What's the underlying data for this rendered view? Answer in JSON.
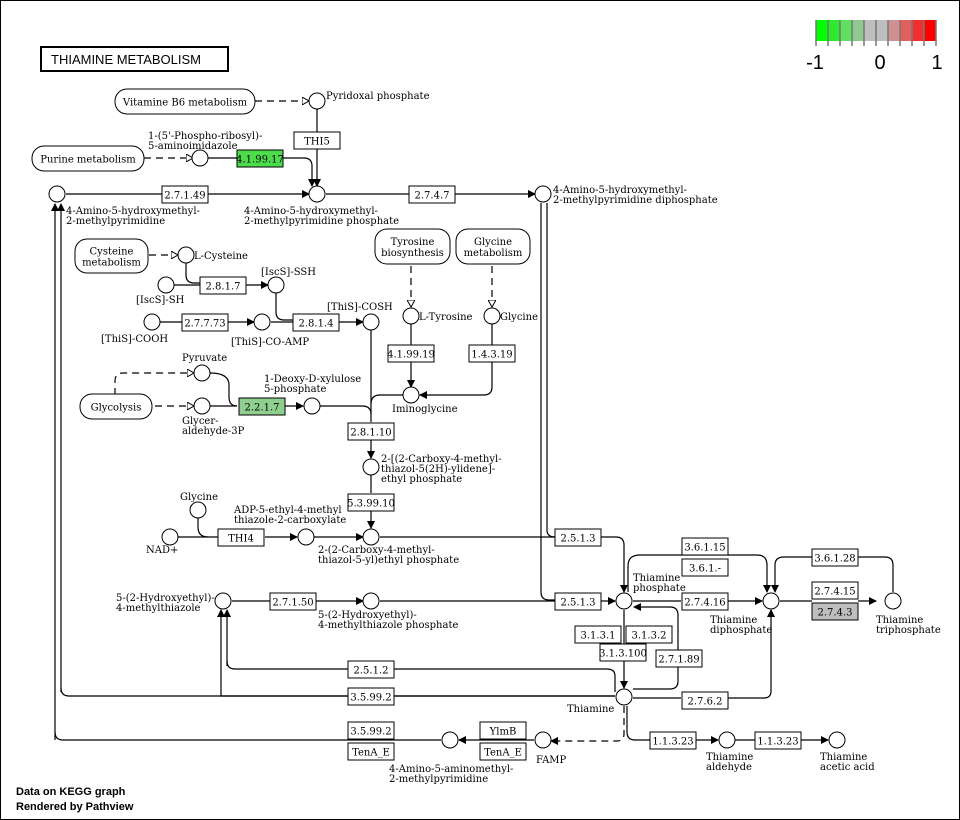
{
  "title": "THIAMINE METABOLISM",
  "legend": {
    "colors": [
      "#00ff00",
      "#30e830",
      "#60e060",
      "#90c890",
      "#bebebe",
      "#bebebe",
      "#d09090",
      "#e06060",
      "#f03030",
      "#ff0000"
    ],
    "min_label": "-1",
    "mid_label": "0",
    "max_label": "1"
  },
  "footer": {
    "line1": "Data on KEGG graph",
    "line2": "Rendered by Pathview"
  },
  "pathways": [
    {
      "id": "vitb6",
      "label": [
        "Vitamine B6 metabolism"
      ]
    },
    {
      "id": "purine",
      "label": [
        "Purine metabolism"
      ]
    },
    {
      "id": "cysteine",
      "label": [
        "Cysteine",
        "metabolism"
      ]
    },
    {
      "id": "glycolysis",
      "label": [
        "Glycolysis"
      ]
    },
    {
      "id": "tyrosine",
      "label": [
        "Tyrosine",
        "biosynthesis"
      ]
    },
    {
      "id": "glycine",
      "label": [
        "Glycine",
        "metabolism"
      ]
    }
  ],
  "compounds": [
    {
      "id": "pyridoxal",
      "label": [
        "Pyridoxal phosphate"
      ]
    },
    {
      "id": "air",
      "label": [
        "1-(5'-Phospho-ribosyl)-",
        "5-aminoimidazole"
      ]
    },
    {
      "id": "hmp",
      "label": [
        "4-Amino-5-hydroxymethyl-",
        "2-methylpyrimidine"
      ]
    },
    {
      "id": "hmpp",
      "label": [
        "4-Amino-5-hydroxymethyl-",
        "2-methylpyrimidine phosphate"
      ]
    },
    {
      "id": "hmppp",
      "label": [
        "4-Amino-5-hydroxymethyl-",
        "2-methylpyrimidine diphosphate"
      ]
    },
    {
      "id": "cys",
      "label": [
        "L-Cysteine"
      ]
    },
    {
      "id": "iscssh",
      "label": [
        "[IscS]-SSH"
      ]
    },
    {
      "id": "iscssh0",
      "label": [
        "[IscS]-SH"
      ]
    },
    {
      "id": "thiscooh",
      "label": [
        "[ThiS]-COOH"
      ]
    },
    {
      "id": "thiscoamp",
      "label": [
        "[ThiS]-CO-AMP"
      ]
    },
    {
      "id": "thiscosh",
      "label": [
        "[ThiS]-COSH"
      ]
    },
    {
      "id": "tyr",
      "label": [
        "L-Tyrosine"
      ]
    },
    {
      "id": "gly",
      "label": [
        "Glycine"
      ]
    },
    {
      "id": "pyruvate",
      "label": [
        "Pyruvate"
      ]
    },
    {
      "id": "g3p",
      "label": [
        "Glycer-",
        "aldehyde-3P"
      ]
    },
    {
      "id": "dxp",
      "label": [
        "1-Deoxy-D-xylulose",
        "5-phosphate"
      ]
    },
    {
      "id": "iminogly",
      "label": [
        "Iminoglycine"
      ]
    },
    {
      "id": "cthz",
      "label": [
        "2-[(2-Carboxy-4-methyl-",
        "thiazol-5(2H)-ylidene]-",
        "ethyl phosphate"
      ]
    },
    {
      "id": "gly2",
      "label": [
        "Glycine"
      ]
    },
    {
      "id": "nad",
      "label": [
        "NAD+"
      ]
    },
    {
      "id": "adpthz",
      "label": [
        "ADP-5-ethyl-4-methyl",
        "thiazole-2-carboxylate"
      ]
    },
    {
      "id": "cthzp",
      "label": [
        "2-(2-Carboxy-4-methyl-",
        "thiazol-5-yl)ethyl phosphate"
      ]
    },
    {
      "id": "hethz",
      "label": [
        "5-(2-Hydroxyethyl)-",
        "4-methylthiazole"
      ]
    },
    {
      "id": "hethzp",
      "label": [
        "5-(2-Hydroxyethyl)-",
        "4-methylthiazole phosphate"
      ]
    },
    {
      "id": "tmp",
      "label": [
        "Thiamine",
        "phosphate"
      ]
    },
    {
      "id": "tdp",
      "label": [
        "Thiamine",
        "diphosphate"
      ]
    },
    {
      "id": "ttp",
      "label": [
        "Thiamine",
        "triphosphate"
      ]
    },
    {
      "id": "thiamine",
      "label": [
        "Thiamine"
      ]
    },
    {
      "id": "ampyr",
      "label": [
        "4-Amino-5-aminomethyl-",
        "2-methylpyrimidine"
      ]
    },
    {
      "id": "famp",
      "label": [
        "FAMP"
      ]
    },
    {
      "id": "thald",
      "label": [
        "Thiamine",
        "aldehyde"
      ]
    },
    {
      "id": "thacid",
      "label": [
        "Thiamine",
        "acetic acid"
      ]
    }
  ],
  "enzymes": [
    {
      "id": "e_thi5",
      "label": "THI5",
      "fill": "#ffffff"
    },
    {
      "id": "e_419917",
      "label": "4.1.99.17",
      "fill": "#4cdc4c"
    },
    {
      "id": "e_27149",
      "label": "2.7.1.49",
      "fill": "#ffffff"
    },
    {
      "id": "e_2747",
      "label": "2.7.4.7",
      "fill": "#ffffff"
    },
    {
      "id": "e_2817",
      "label": "2.8.1.7",
      "fill": "#ffffff"
    },
    {
      "id": "e_27773",
      "label": "2.7.7.73",
      "fill": "#ffffff"
    },
    {
      "id": "e_2814",
      "label": "2.8.1.4",
      "fill": "#ffffff"
    },
    {
      "id": "e_419919",
      "label": "4.1.99.19",
      "fill": "#ffffff"
    },
    {
      "id": "e_14319",
      "label": "1.4.3.19",
      "fill": "#ffffff"
    },
    {
      "id": "e_2217",
      "label": "2.2.1.7",
      "fill": "#8fcf8f"
    },
    {
      "id": "e_28110",
      "label": "2.8.1.10",
      "fill": "#ffffff"
    },
    {
      "id": "e_539910",
      "label": "5.3.99.10",
      "fill": "#ffffff"
    },
    {
      "id": "e_thi4",
      "label": "THI4",
      "fill": "#ffffff"
    },
    {
      "id": "e_2513a",
      "label": "2.5.1.3",
      "fill": "#ffffff"
    },
    {
      "id": "e_2513b",
      "label": "2.5.1.3",
      "fill": "#ffffff"
    },
    {
      "id": "e_27150",
      "label": "2.7.1.50",
      "fill": "#ffffff"
    },
    {
      "id": "e_36115",
      "label": "3.6.1.15",
      "fill": "#ffffff"
    },
    {
      "id": "e_361",
      "label": "3.6.1.-",
      "fill": "#ffffff"
    },
    {
      "id": "e_36128",
      "label": "3.6.1.28",
      "fill": "#ffffff"
    },
    {
      "id": "e_27416",
      "label": "2.7.4.16",
      "fill": "#ffffff"
    },
    {
      "id": "e_27415",
      "label": "2.7.4.15",
      "fill": "#ffffff"
    },
    {
      "id": "e_2743",
      "label": "2.7.4.3",
      "fill": "#bebebe"
    },
    {
      "id": "e_3131",
      "label": "3.1.3.1",
      "fill": "#ffffff"
    },
    {
      "id": "e_3132",
      "label": "3.1.3.2",
      "fill": "#ffffff"
    },
    {
      "id": "e_313100",
      "label": "3.1.3.100",
      "fill": "#ffffff"
    },
    {
      "id": "e_27189",
      "label": "2.7.1.89",
      "fill": "#ffffff"
    },
    {
      "id": "e_2512",
      "label": "2.5.1.2",
      "fill": "#ffffff"
    },
    {
      "id": "e_35992a",
      "label": "3.5.99.2",
      "fill": "#ffffff"
    },
    {
      "id": "e_2762",
      "label": "2.7.6.2",
      "fill": "#ffffff"
    },
    {
      "id": "e_35992b",
      "label": "3.5.99.2",
      "fill": "#ffffff"
    },
    {
      "id": "e_tenae1",
      "label": "TenA_E",
      "fill": "#ffffff"
    },
    {
      "id": "e_ylmb",
      "label": "YlmB",
      "fill": "#ffffff"
    },
    {
      "id": "e_tenae2",
      "label": "TenA_E",
      "fill": "#ffffff"
    },
    {
      "id": "e_11323a",
      "label": "1.1.3.23",
      "fill": "#ffffff"
    },
    {
      "id": "e_11323b",
      "label": "1.1.3.23",
      "fill": "#ffffff"
    }
  ]
}
